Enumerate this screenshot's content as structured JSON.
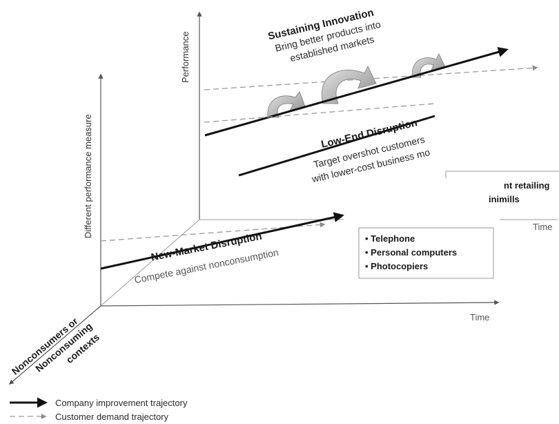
{
  "axes": {
    "performance": "Performance",
    "different_measure": "Different performance measure",
    "time_main": "Time",
    "time_back": "Time",
    "nonconsumers_line1": "Nonconsumers or",
    "nonconsumers_line2": "Nonconsuming",
    "nonconsumers_line3": "contexts"
  },
  "sustaining": {
    "title": "Sustaining Innovation",
    "line1": "Bring better products into",
    "line2": "established markets"
  },
  "low_end": {
    "title": "Low-End Disruption",
    "line1": "Target overshot customers",
    "line2": "with lower-cost business mo"
  },
  "low_end_box": {
    "item1": "nt retailing",
    "item2": "inimills"
  },
  "new_market": {
    "title": "New-Market Disruption",
    "subtitle": "Compete against nonconsumption"
  },
  "examples": [
    "• Telephone",
    "• Personal computers",
    "• Photocopiers"
  ],
  "legend": {
    "company": "Company improvement trajectory",
    "demand": "Customer demand trajectory"
  },
  "colors": {
    "company": "#111111",
    "demand": "#9a9a9a",
    "arc": "#9a9a9a"
  }
}
